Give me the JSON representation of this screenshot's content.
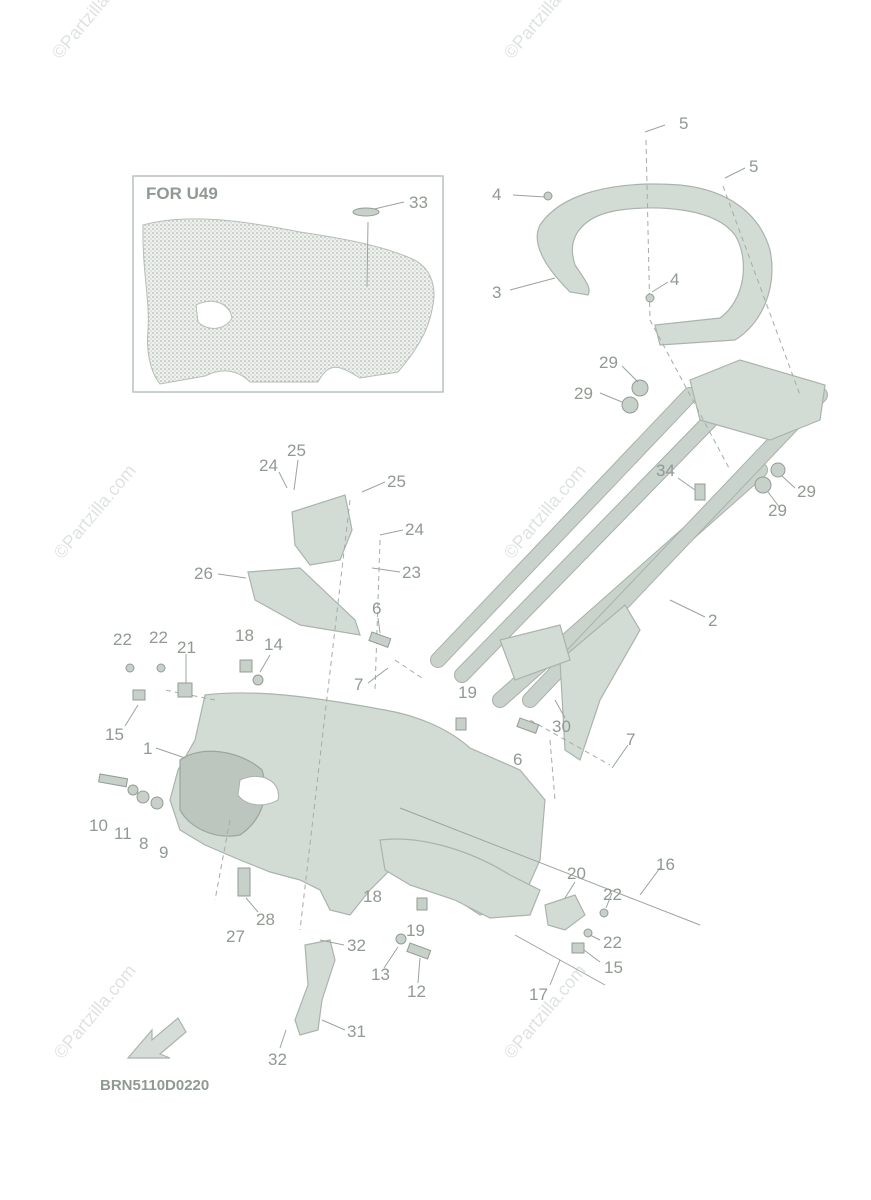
{
  "watermark": "©Partzilla.com",
  "inset": {
    "title": "FOR U49"
  },
  "diagram_code": "BRN5110D0220",
  "callouts": {
    "c1": "1",
    "c2": "2",
    "c3": "3",
    "c4a": "4",
    "c4b": "4",
    "c5a": "5",
    "c5b": "5",
    "c6a": "6",
    "c6b": "6",
    "c7a": "7",
    "c7b": "7",
    "c8": "8",
    "c9": "9",
    "c10": "10",
    "c11": "11",
    "c12": "12",
    "c13": "13",
    "c14": "14",
    "c15a": "15",
    "c15b": "15",
    "c16": "16",
    "c17": "17",
    "c18a": "18",
    "c18b": "18",
    "c19a": "19",
    "c19b": "19",
    "c20": "20",
    "c21": "21",
    "c22a": "22",
    "c22b": "22",
    "c22c": "22",
    "c22d": "22",
    "c23": "23",
    "c24a": "24",
    "c24b": "24",
    "c25a": "25",
    "c25b": "25",
    "c26": "26",
    "c27": "27",
    "c28": "28",
    "c29a": "29",
    "c29b": "29",
    "c29c": "29",
    "c29d": "29",
    "c30": "30",
    "c31": "31",
    "c32a": "32",
    "c32b": "32",
    "c33": "33",
    "c34": "34"
  },
  "colors": {
    "line": "#8f9a92",
    "part_fill": "#d3dbd5",
    "part_stroke": "#a9b4ab"
  },
  "icons": {
    "direction_arrow": "front-direction-arrow-icon"
  }
}
